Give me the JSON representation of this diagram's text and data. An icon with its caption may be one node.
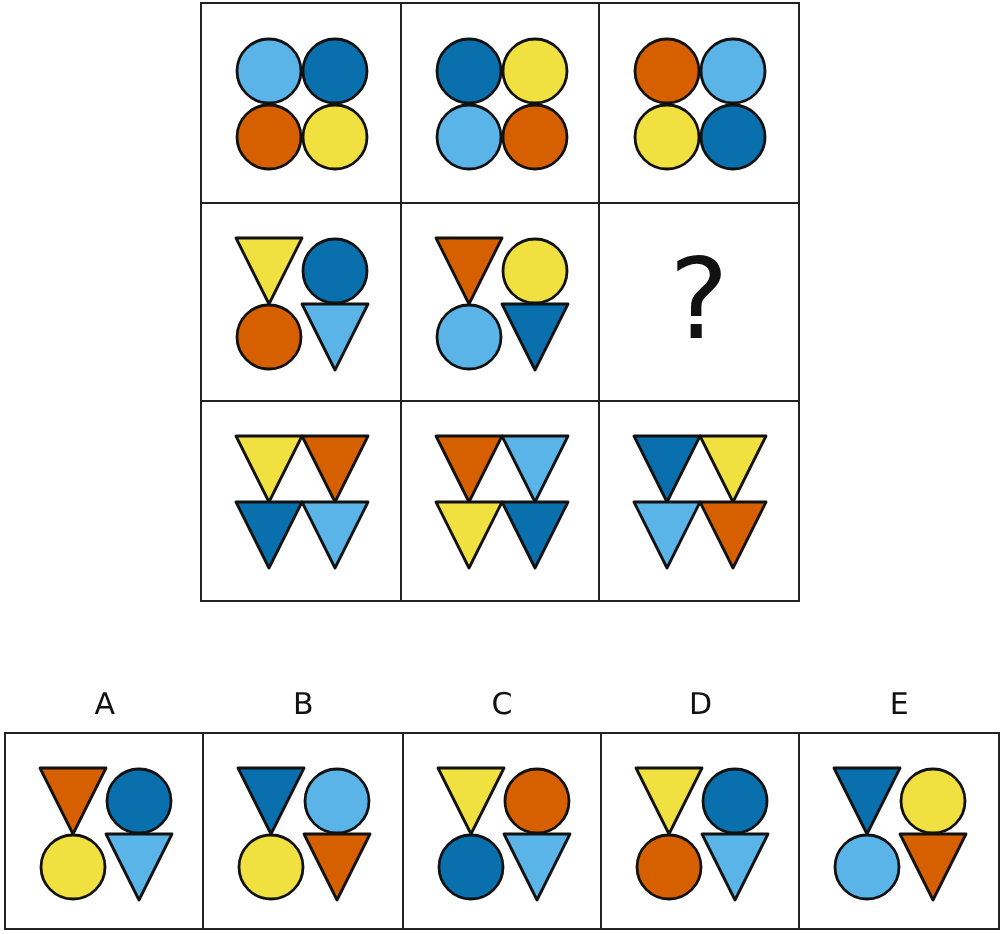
{
  "diagram": {
    "nodes": [
      {
        "text": [],
        "shape": "picture"
      },
      {
        "text": [],
        "shape": "picture"
      },
      {
        "text": [],
        "shape": "picture"
      },
      {
        "text": [],
        "shape": "picture"
      },
      {
        "text": [],
        "shape": "picture"
      },
      {
        "text": [
          "?"
        ]
      },
      {
        "text": [],
        "shape": "picture"
      },
      {
        "text": [],
        "shape": "picture"
      },
      {
        "text": [],
        "shape": "picture"
      },
      {
        "text": [
          "A"
        ]
      },
      {
        "text": [
          "B"
        ]
      },
      {
        "text": [
          "C"
        ]
      },
      {
        "text": [
          "D"
        ]
      },
      {
        "text": [
          "E"
        ]
      }
    ]
  }
}
